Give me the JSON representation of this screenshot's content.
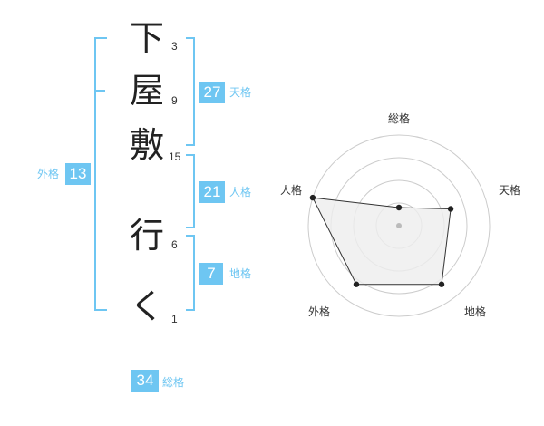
{
  "name": {
    "chars": [
      {
        "char": "下",
        "strokes": "3"
      },
      {
        "char": "屋",
        "strokes": "9"
      },
      {
        "char": "敷",
        "strokes": "15"
      },
      {
        "char": "行",
        "strokes": "6"
      },
      {
        "char": "く",
        "strokes": "1"
      }
    ]
  },
  "fortunes": {
    "tenkaku": {
      "value": "27",
      "label": "天格"
    },
    "jinkaku": {
      "value": "21",
      "label": "人格"
    },
    "chikaku": {
      "value": "7",
      "label": "地格"
    },
    "gaikaku": {
      "value": "13",
      "label": "外格"
    },
    "soukaku": {
      "value": "34",
      "label": "総格"
    }
  },
  "colors": {
    "accent": "#6ec6f2",
    "text": "#222222",
    "grid": "#cccccc",
    "fill": "#eeeeee"
  },
  "chart_data": {
    "type": "radar",
    "axes": [
      "総格",
      "天格",
      "地格",
      "外格",
      "人格"
    ],
    "values": [
      0.2,
      0.6,
      0.8,
      0.8,
      1.0
    ],
    "range": [
      0,
      1
    ],
    "rings": 4
  }
}
